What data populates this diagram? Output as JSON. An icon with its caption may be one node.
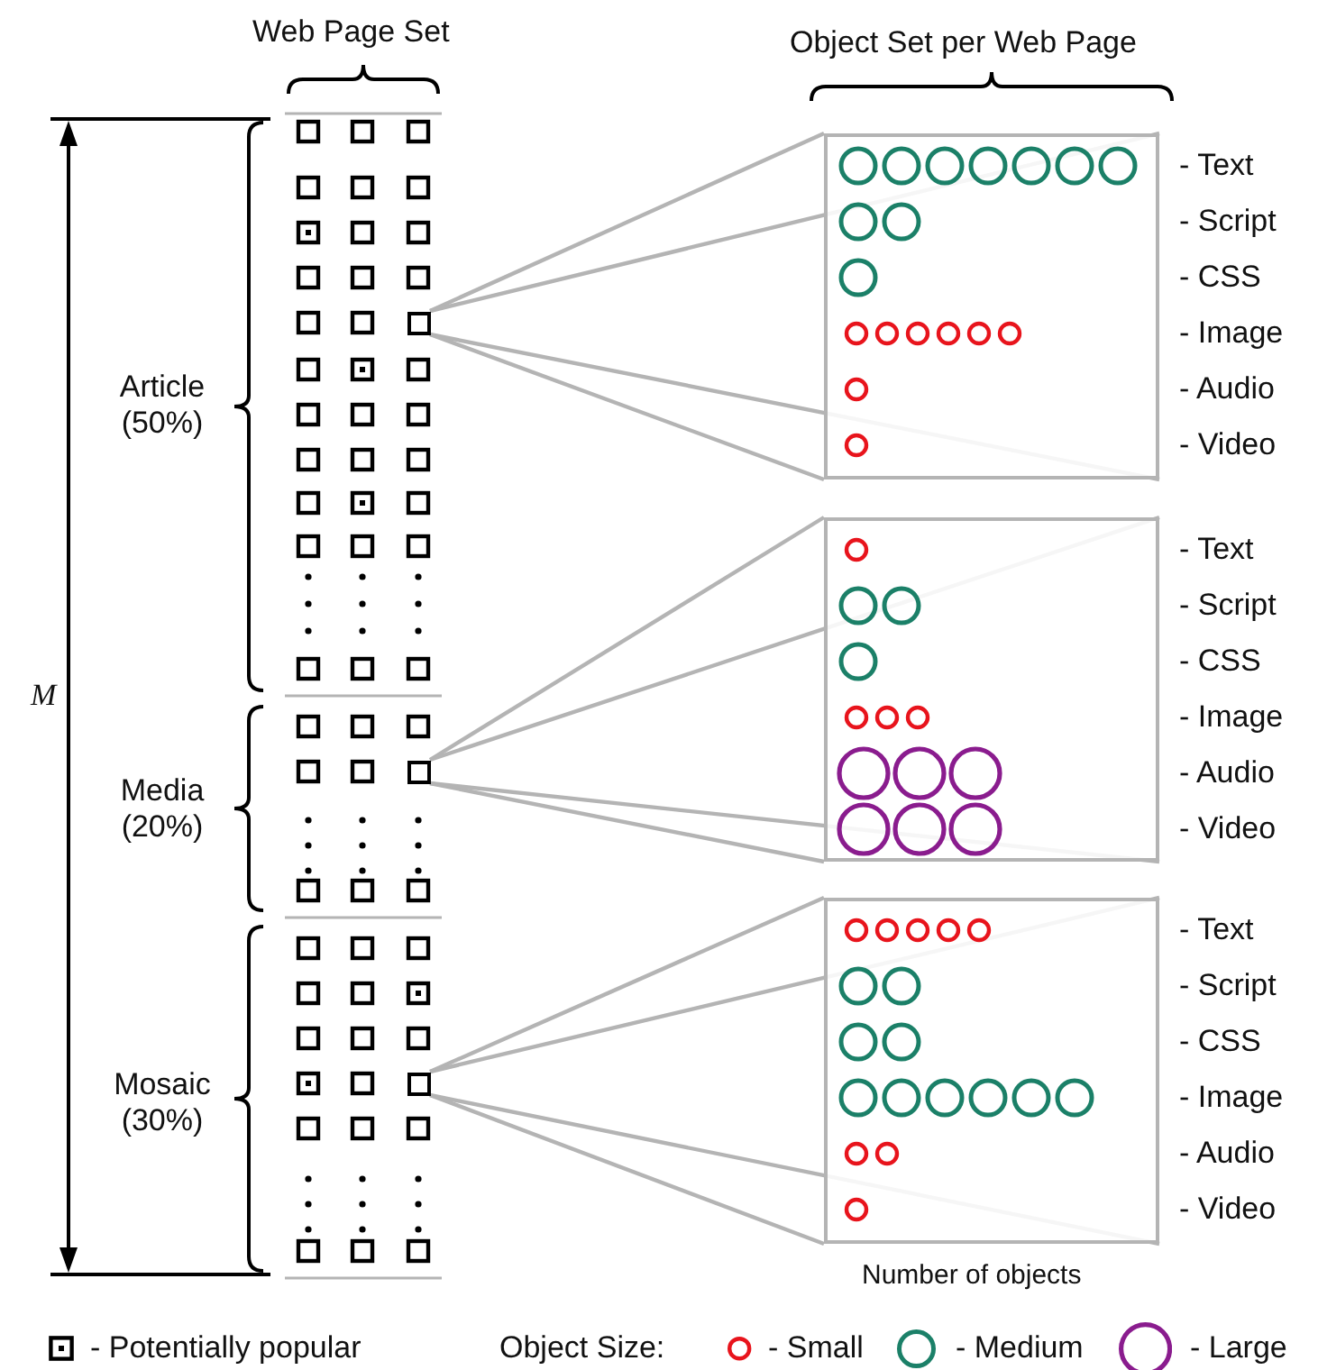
{
  "diagram": {
    "nodes": [
      {
        "text": [],
        "shape": "box"
      },
      {
        "text": [],
        "shape": "box"
      },
      {
        "text": [],
        "shape": "box"
      },
      {
        "text": [],
        "shape": "box",
        "beside": [
          "- Text",
          "- Script",
          "- CSS",
          "- Image",
          "- Audio",
          "- Video"
        ]
      },
      {
        "text": [],
        "shape": "box",
        "beside": [
          "- Text",
          "- Script",
          "- CSS",
          "- Image",
          "- Audio",
          "- Video"
        ]
      },
      {
        "text": [],
        "shape": "box",
        "beside": [
          "- Text",
          "- Script",
          "- CSS",
          "- Image",
          "- Audio",
          "- Video"
        ]
      }
    ],
    "edges": [
      {
        "from": 0,
        "to": 3,
        "arrow": "none"
      },
      {
        "from": 0,
        "to": 3,
        "arrow": "none"
      },
      {
        "from": 0,
        "to": 3,
        "arrow": "none"
      },
      {
        "from": 0,
        "to": 3,
        "arrow": "none"
      },
      {
        "from": 1,
        "to": 4,
        "arrow": "none"
      },
      {
        "from": 1,
        "to": 4,
        "arrow": "none"
      },
      {
        "from": 1,
        "to": 4,
        "arrow": "none"
      },
      {
        "from": 1,
        "to": 4,
        "arrow": "none"
      },
      {
        "from": 2,
        "to": 5,
        "arrow": "none"
      },
      {
        "from": 2,
        "to": 5,
        "arrow": "none"
      },
      {
        "from": 2,
        "to": 5,
        "arrow": "none"
      },
      {
        "from": 2,
        "to": 5,
        "arrow": "none"
      }
    ],
    "labels": [
      "Web Page Set",
      "Object Set per Web Page",
      "Article (50%)",
      "M",
      "Media (20%)",
      "Mosaic (30%)",
      "Number of objects",
      "Object Size:"
    ],
    "legend": [
      {
        "text": "- Potentially popular"
      },
      {
        "text": "- Small"
      },
      {
        "text": "- Medium"
      },
      {
        "text": "- Large"
      }
    ]
  }
}
